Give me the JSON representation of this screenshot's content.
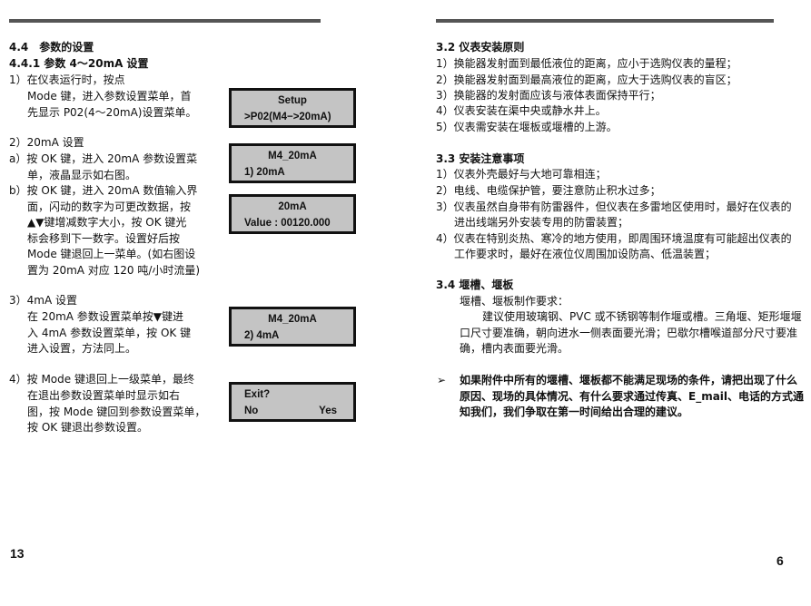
{
  "left": {
    "page_number": "13",
    "heading": "4.4　参数的设置",
    "subheading": "4.4.1 参数 4～20mA 设置",
    "lines": [
      "1）在仪表运行时，按点",
      "Mode 键，进入参数设置菜单，首",
      "先显示 P02(4～20mA)设置菜单。",
      "2）20mA 设置",
      "a）按 OK 键，进入 20mA 参数设置菜",
      "单，液晶显示如右图。",
      "b）按 OK 键，进入 20mA 数值输入界",
      "面，闪动的数字为可更改数据，按",
      "▲▼键增减数字大小，按 OK 键光",
      "标会移到下一数字。设置好后按",
      "Mode 键退回上一菜单。(如右图设",
      "置为 20mA 对应 120 吨/小时流量)",
      "3）4mA 设置",
      "在 20mA 参数设置菜单按▼键进",
      "入 4mA 参数设置菜单，按 OK 键",
      "进入设置，方法同上。",
      "4）按 Mode 键退回上一级菜单，最终",
      "在退出参数设置菜单时显示如右",
      "图，按 Mode 键回到参数设置菜单，",
      "按 OK 键退出参数设置。"
    ],
    "lcd": [
      {
        "line1": "Setup",
        "line2": ">P02(M4−>20mA)"
      },
      {
        "line1": "M4_20mA",
        "line2": "1) 20mA"
      },
      {
        "line1": "20mA",
        "line2": "Value : 00120.000"
      },
      {
        "line1": "M4_20mA",
        "line2": "2) 4mA"
      },
      {
        "line1": "Exit?",
        "line2": "No",
        "line2_right": "Yes"
      }
    ]
  },
  "right": {
    "page_number": "6",
    "s32": {
      "title": "3.2 仪表安装原则",
      "lines": [
        "1）换能器发射面到最低液位的距离，应小于选购仪表的量程；",
        "2）换能器发射面到最高液位的距离，应大于选购仪表的盲区；",
        "3）换能器的发射面应该与液体表面保持平行；",
        "4）仪表安装在渠中央或静水井上。",
        "5）仪表需安装在堰板或堰槽的上游。"
      ]
    },
    "s33": {
      "title": "3.3  安装注意事项",
      "lines": [
        "1）仪表外壳最好与大地可靠相连；",
        "2）电线、电缆保护管，要注意防止积水过多；",
        "3）仪表虽然自身带有防雷器件，但仪表在多雷地区使用时，最好在仪表的",
        "进出线端另外安装专用的防雷装置；",
        "4）仪表在特别炎热、寒冷的地方使用，即周围环境温度有可能超出仪表的",
        "工作要求时，最好在液位仪周围加设防高、低温装置；"
      ]
    },
    "s34": {
      "title": "3.4  堰槽、堰板",
      "lines": [
        "堰槽、堰板制作要求：",
        "建议使用玻璃钢、PVC 或不锈钢等制作堰或槽。三角堰、矩形堰堰",
        "口尺寸要准确，朝向进水一侧表面要光滑；巴歇尔槽喉道部分尺寸要准",
        "确，槽内表面要光滑。"
      ]
    },
    "note": {
      "bullet": "➢",
      "lines": [
        "如果附件中所有的堰槽、堰板都不能满足现场的条件，请把出现了什么",
        "原因、现场的具体情况、有什么要求通过传真、E_mail、电话的方式通",
        "知我们，我们争取在第一时间给出合理的建议。"
      ]
    }
  }
}
